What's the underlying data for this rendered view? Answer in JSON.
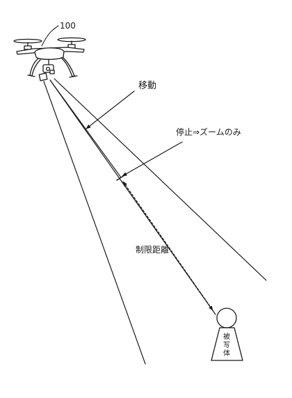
{
  "figure": {
    "reference_numeral": "100",
    "labels": {
      "move": "移動",
      "stop_zoom_only": "停止⇒ズームのみ",
      "limit_distance": "制限距離",
      "subject": [
        "被",
        "写",
        "体"
      ]
    }
  },
  "colors": {
    "line": "#1a1a1a",
    "background": "#ffffff"
  }
}
